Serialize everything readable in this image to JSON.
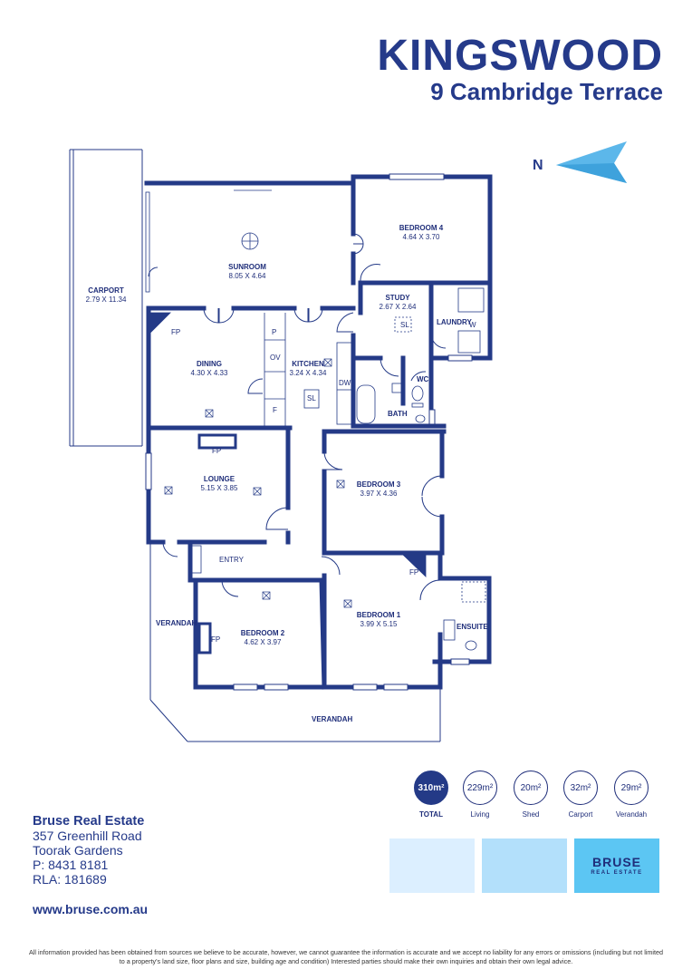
{
  "header": {
    "title": "KINGSWOOD",
    "subtitle": "9 Cambridge Terrace"
  },
  "compass": {
    "label": "N"
  },
  "rooms": [
    {
      "key": "carport",
      "name": "CARPORT",
      "dims": "2.79 X 11.34"
    },
    {
      "key": "sunroom",
      "name": "SUNROOM",
      "dims": "8.05 X 4.64"
    },
    {
      "key": "bedroom4",
      "name": "BEDROOM 4",
      "dims": "4.64 X 3.70"
    },
    {
      "key": "study",
      "name": "STUDY",
      "dims": "2.67 X 2.64"
    },
    {
      "key": "dining",
      "name": "DINING",
      "dims": "4.30 X 4.33"
    },
    {
      "key": "kitchen",
      "name": "KITCHEN",
      "dims": "3.24 X 4.34"
    },
    {
      "key": "lounge",
      "name": "LOUNGE",
      "dims": "5.15 X 3.85"
    },
    {
      "key": "bedroom3",
      "name": "BEDROOM 3",
      "dims": "3.97 X 4.36"
    },
    {
      "key": "bedroom1",
      "name": "BEDROOM 1",
      "dims": "3.99 X 5.15"
    },
    {
      "key": "bedroom2",
      "name": "BEDROOM 2",
      "dims": "4.62 X 3.97"
    }
  ],
  "labels": {
    "laundry": "LAUNDRY",
    "wc": "WC",
    "bath": "BATH",
    "ensuite": "ENSUITE",
    "entry": "ENTRY",
    "verandah_side": "VERANDAH",
    "verandah_front": "VERANDAH",
    "fp": "FP",
    "sl": "SL",
    "p": "P",
    "ov": "OV",
    "f": "F",
    "dw": "DW",
    "w": "W"
  },
  "areas": [
    {
      "value": "310m²",
      "label": "TOTAL",
      "highlight": true
    },
    {
      "value": "229m²",
      "label": "Living",
      "highlight": false
    },
    {
      "value": "20m²",
      "label": "Shed",
      "highlight": false
    },
    {
      "value": "32m²",
      "label": "Carport",
      "highlight": false
    },
    {
      "value": "29m²",
      "label": "Verandah",
      "highlight": false
    }
  ],
  "agent": {
    "name": "Bruse Real Estate",
    "address1": "357 Greenhill Road",
    "address2": "Toorak Gardens",
    "phone": "P: 8431 8181",
    "rla": "RLA: 181689",
    "website": "www.bruse.com.au"
  },
  "logo": {
    "brand": "BRUSE",
    "tagline": "REAL ESTATE"
  },
  "colors": {
    "wall": "#243a87",
    "swatch1": "#dcefff",
    "swatch2": "#b3e0fb",
    "swatch3": "#5cc6f3",
    "compass": "#5cb7ea"
  },
  "disclaimer": "All information provided has been obtained from sources we believe to be accurate, however, we cannot guarantee the information is accurate and we accept no liability for any errors or omissions (including but not limited to a property's land size, floor plans and size, building age and condition) Interested parties should make their own inquiries and obtain their own legal advice."
}
